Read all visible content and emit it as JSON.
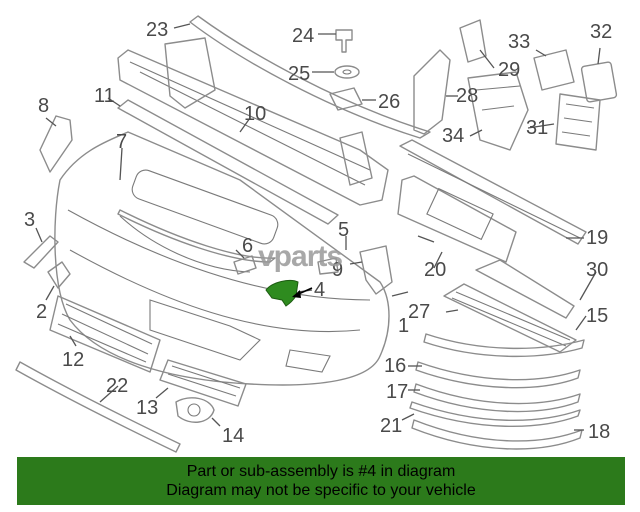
{
  "banner": {
    "line1": "Part or sub-assembly is #4 in diagram",
    "line2": "Diagram may not be specific to your vehicle"
  },
  "watermark": "vparts",
  "highlight_part": "4",
  "highlight_color": "#2e8b1f",
  "banner_color": "#2c7a1b",
  "callouts": [
    "1",
    "2",
    "3",
    "4",
    "5",
    "6",
    "7",
    "8",
    "9",
    "10",
    "11",
    "12",
    "13",
    "14",
    "15",
    "16",
    "17",
    "18",
    "19",
    "20",
    "21",
    "22",
    "23",
    "24",
    "25",
    "26",
    "27",
    "28",
    "29",
    "30",
    "31",
    "32",
    "33",
    "34"
  ]
}
